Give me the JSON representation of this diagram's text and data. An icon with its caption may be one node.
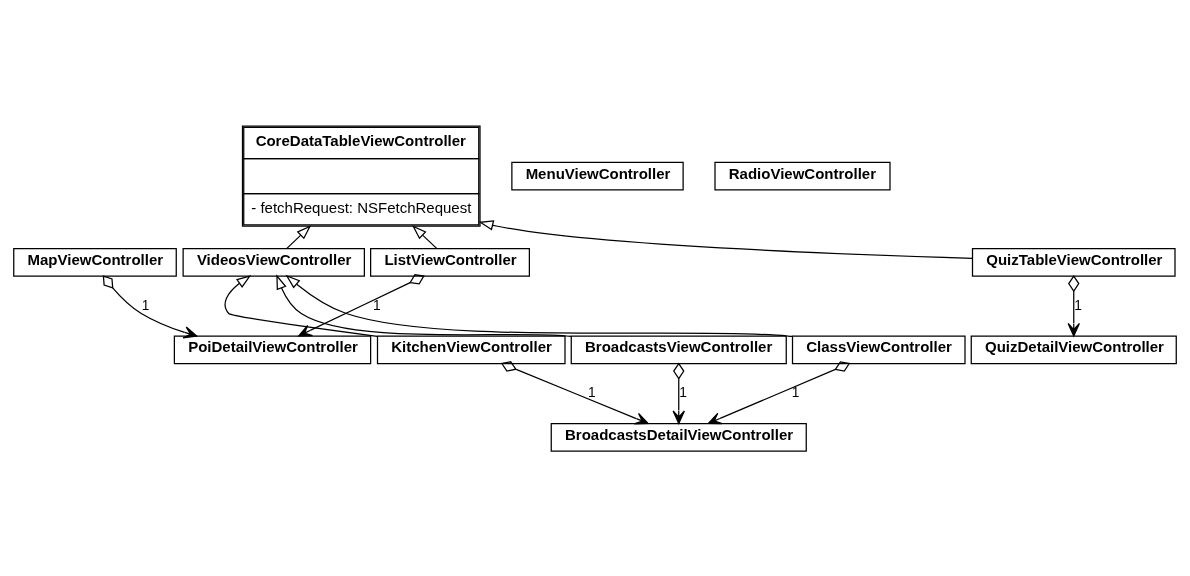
{
  "diagram": {
    "nodes": [
      {
        "text": [
          "CoreDataTableViewController",
          "- fetchRequest: NSFetchRequest"
        ]
      },
      {
        "text": [
          "MenuViewController"
        ]
      },
      {
        "text": [
          "RadioViewController"
        ]
      },
      {
        "text": [
          "MapViewController"
        ]
      },
      {
        "text": [
          "ListViewController"
        ]
      },
      {
        "text": [
          "VideosViewController"
        ]
      },
      {
        "text": [
          "QuizTableViewController"
        ]
      },
      {
        "text": [
          "PoiDetailViewController"
        ]
      },
      {
        "text": [
          "QuizDetailViewController"
        ]
      },
      {
        "text": [
          "KitchenViewController"
        ]
      },
      {
        "text": [
          "BroadcastsViewController"
        ]
      },
      {
        "text": [
          "ClassViewController"
        ]
      },
      {
        "text": [
          "BroadcastsDetailViewController"
        ]
      }
    ],
    "edges": [
      {
        "from": 4,
        "to": 0,
        "arrow": "to"
      },
      {
        "from": 5,
        "to": 0,
        "arrow": "to"
      },
      {
        "from": 6,
        "to": 0,
        "arrow": "to"
      },
      {
        "from": 3,
        "to": 7,
        "arrow": "to",
        "label": "1"
      },
      {
        "from": 4,
        "to": 7,
        "arrow": "to",
        "label": "1"
      },
      {
        "from": 6,
        "to": 8,
        "arrow": "to",
        "label": "1"
      },
      {
        "from": 10,
        "to": 5,
        "arrow": "to"
      },
      {
        "from": 9,
        "to": 5,
        "arrow": "to"
      },
      {
        "from": 11,
        "to": 5,
        "arrow": "to"
      },
      {
        "from": 10,
        "to": 12,
        "arrow": "to",
        "label": "1"
      },
      {
        "from": 9,
        "to": 12,
        "arrow": "to",
        "label": "1"
      },
      {
        "from": 11,
        "to": 12,
        "arrow": "to",
        "label": "1"
      }
    ]
  }
}
